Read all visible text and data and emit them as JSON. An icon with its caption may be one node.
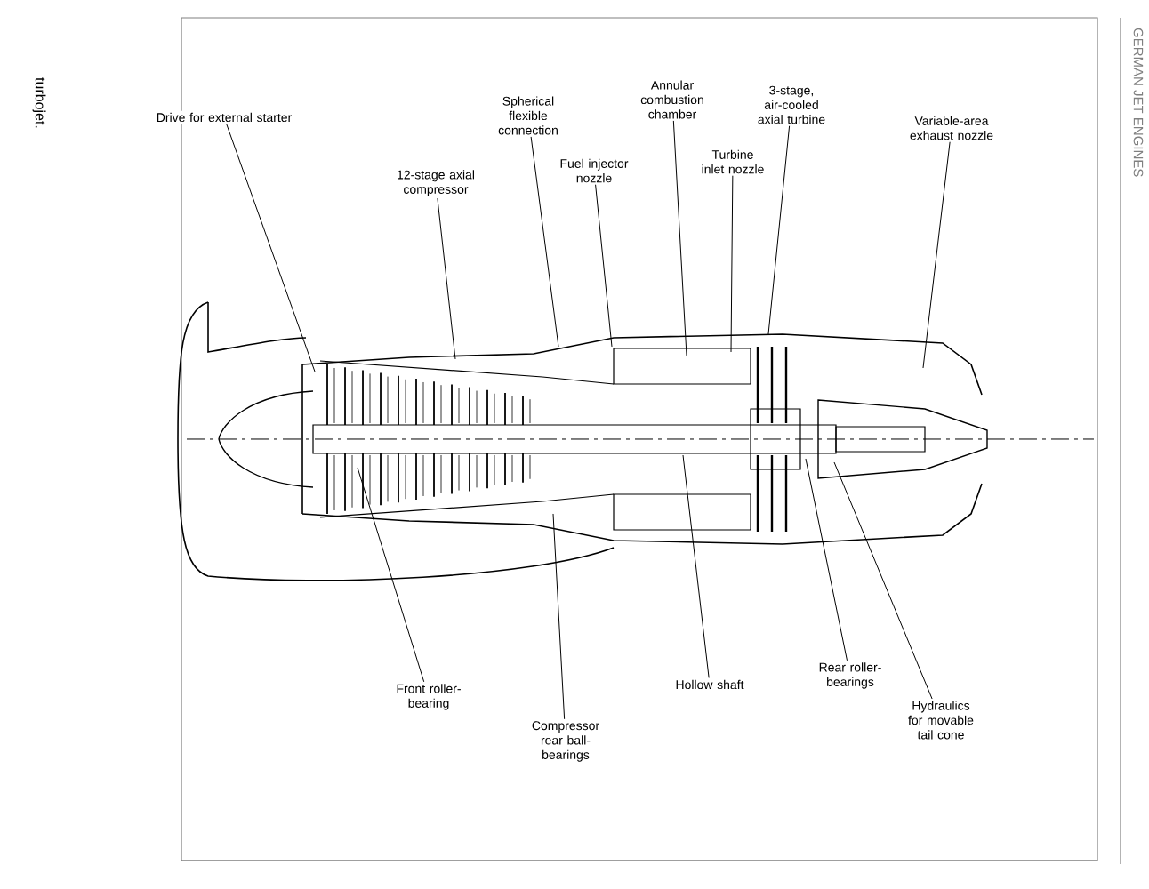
{
  "diagram": {
    "caption": "turbojet.",
    "nodes": [
      {
        "text": [
          "Drive for external starter"
        ]
      },
      {
        "text": [
          "12-stage axial compressor"
        ]
      },
      {
        "text": [
          "Spherical flexible connection"
        ]
      },
      {
        "text": [
          "Fuel injector nozzle"
        ]
      },
      {
        "text": [
          "Annular combustion chamber"
        ]
      },
      {
        "text": [
          "Turbine inlet nozzle"
        ]
      },
      {
        "text": [
          "3-stage, air-cooled axial turbine"
        ]
      },
      {
        "text": [
          "Variable-area exhaust nozzle"
        ]
      },
      {
        "text": [
          "Front roller-bearing"
        ]
      },
      {
        "text": [
          "Compressor rear ball-bearings"
        ]
      },
      {
        "text": [
          "Hollow shaft"
        ]
      },
      {
        "text": [
          "Rear roller-bearings"
        ]
      },
      {
        "text": [
          "Hydraulics for movable tail cone"
        ]
      }
    ],
    "edges": [
      {
        "from": 0,
        "to": null,
        "arrow": "none"
      },
      {
        "from": 1,
        "to": null,
        "arrow": "none"
      },
      {
        "from": 2,
        "to": null,
        "arrow": "none"
      },
      {
        "from": 3,
        "to": null,
        "arrow": "none"
      },
      {
        "from": 4,
        "to": null,
        "arrow": "none"
      },
      {
        "from": 5,
        "to": null,
        "arrow": "none"
      },
      {
        "from": 6,
        "to": null,
        "arrow": "none"
      },
      {
        "from": 7,
        "to": null,
        "arrow": "none"
      },
      {
        "from": 8,
        "to": null,
        "arrow": "none"
      },
      {
        "from": 9,
        "to": null,
        "arrow": "none"
      },
      {
        "from": 10,
        "to": null,
        "arrow": "none"
      },
      {
        "from": 11,
        "to": null,
        "arrow": "none"
      },
      {
        "from": 12,
        "to": null,
        "arrow": "none"
      }
    ],
    "labels": [
      "GERMAN JET ENGINES"
    ]
  }
}
